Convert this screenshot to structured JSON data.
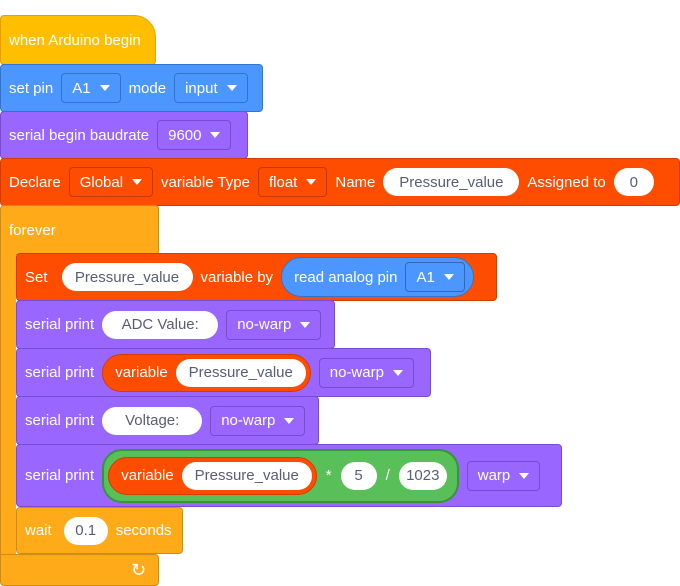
{
  "colors": {
    "event": "#ffbf00",
    "control": "#ffab19",
    "pin": "#4c97ff",
    "serial": "#9966ff",
    "variable": "#ff4d00",
    "operator": "#59c059"
  },
  "hat": {
    "label": "when Arduino begin"
  },
  "set_pin": {
    "label": "set pin",
    "pin": "A1",
    "mode_label": "mode",
    "mode": "input"
  },
  "serial_begin": {
    "label": "serial begin baudrate",
    "baud": "9600"
  },
  "declare": {
    "label": "Declare",
    "scope": "Global",
    "type_label": "variable Type",
    "type": "float",
    "name_label": "Name",
    "name": "Pressure_value",
    "assign_label": "Assigned to",
    "value": "0"
  },
  "forever": {
    "label": "forever",
    "loop_icon": "loop-arrow-icon"
  },
  "set_var": {
    "label": "Set",
    "var": "Pressure_value",
    "by_label": "variable by",
    "reporter_label": "read analog pin",
    "pin": "A1"
  },
  "print1": {
    "label": "serial print",
    "text": "ADC Value:",
    "mode": "no-warp"
  },
  "print2": {
    "label": "serial print",
    "var_label": "variable",
    "var": "Pressure_value",
    "mode": "no-warp"
  },
  "print3": {
    "label": "serial print",
    "text": "Voltage:",
    "mode": "no-warp"
  },
  "print4": {
    "label": "serial print",
    "var_label": "variable",
    "var": "Pressure_value",
    "op1": "*",
    "num1": "5",
    "op2": "/",
    "num2": "1023",
    "mode": "warp"
  },
  "wait": {
    "label": "wait",
    "value": "0.1",
    "unit": "seconds"
  }
}
